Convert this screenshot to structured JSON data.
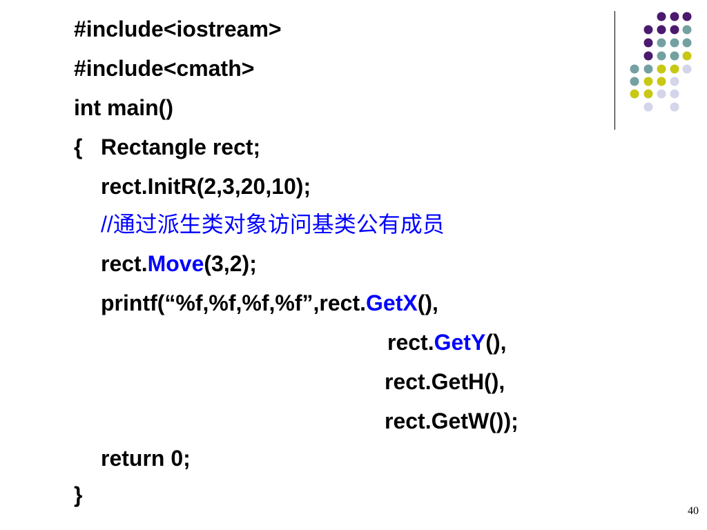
{
  "code": {
    "line1": "#include<iostream>",
    "line2": "#include<cmath>",
    "line3": "int main()",
    "line4_brace": "{",
    "line4_text": "Rectangle rect;",
    "line5": "rect.InitR(2,3,20,10);",
    "line6_comment": "//通过派生类对象访问基类公有成员",
    "line7": {
      "a": "rect.",
      "b": "Move",
      "c": "(3,2);"
    },
    "line8": {
      "a": "printf(“%f,%f,%f,%f”,rect.",
      "b": "GetX",
      "c": "(),"
    },
    "line9": {
      "a": "rect.",
      "b": "GetY",
      "c": "(),"
    },
    "line10": "rect.GetH(),",
    "line11": "rect.GetW());",
    "line12": "return 0;",
    "line13": "}"
  },
  "page_number": "40",
  "colors": {
    "purple": "#4b1a6e",
    "teal": "#73a1a1",
    "yellow": "#c8c815",
    "lavender": "#d4d4ea",
    "highlight": "#0000ff"
  }
}
